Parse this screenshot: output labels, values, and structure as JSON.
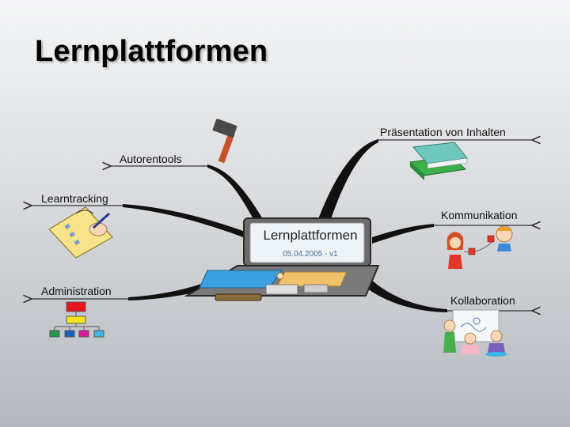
{
  "slide": {
    "title": "Lernplattformen"
  },
  "center": {
    "title": "Lernplattformen",
    "date": "05.04.2005 - v1"
  },
  "branches": {
    "autorentools": "Autorentools",
    "praesentation": "Präsentation von Inhalten",
    "learntracking": "Learntracking",
    "kommunikation": "Kommunikation",
    "administration": "Administration",
    "kollaboration": "Kollaboration"
  },
  "colors": {
    "branch_line": "#111111",
    "laptop_body": "#6b6b6b",
    "laptop_screen": "#eef3f8",
    "org_top": "#e8141c",
    "org_mid": "#f5e51a",
    "org_boxes": [
      "#1e9a4a",
      "#1f5fbf",
      "#e0169a",
      "#3fb6e8"
    ]
  }
}
